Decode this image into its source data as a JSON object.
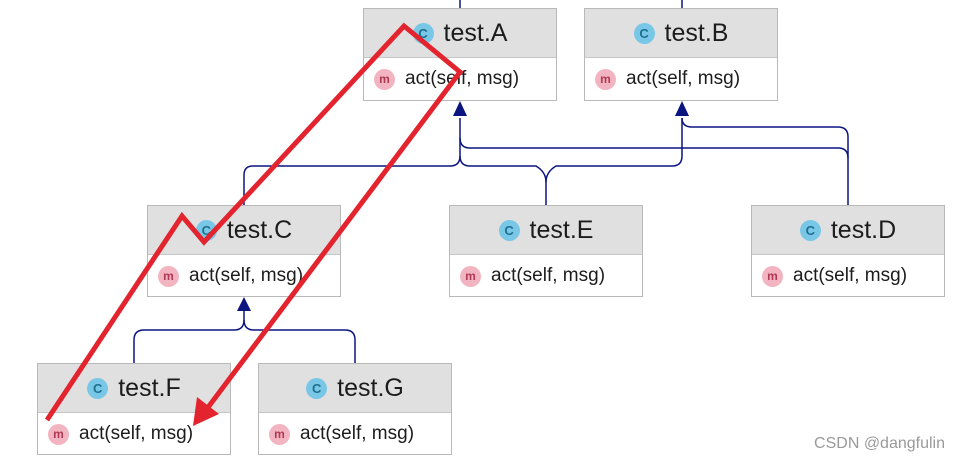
{
  "colors": {
    "connector": "#0b1580",
    "annotation": "#e3232d",
    "header_bg": "#e0e0e0",
    "class_icon": "#79c7e6",
    "method_icon": "#f2b4c0"
  },
  "icons": {
    "class": "C",
    "method": "m"
  },
  "nodes": {
    "A": {
      "title": "test.A",
      "method": "act(self, msg)"
    },
    "B": {
      "title": "test.B",
      "method": "act(self, msg)"
    },
    "C": {
      "title": "test.C",
      "method": "act(self, msg)"
    },
    "E": {
      "title": "test.E",
      "method": "act(self, msg)"
    },
    "D": {
      "title": "test.D",
      "method": "act(self, msg)"
    },
    "F": {
      "title": "test.F",
      "method": "act(self, msg)"
    },
    "G": {
      "title": "test.G",
      "method": "act(self, msg)"
    }
  },
  "watermark": "CSDN @dangfulin"
}
